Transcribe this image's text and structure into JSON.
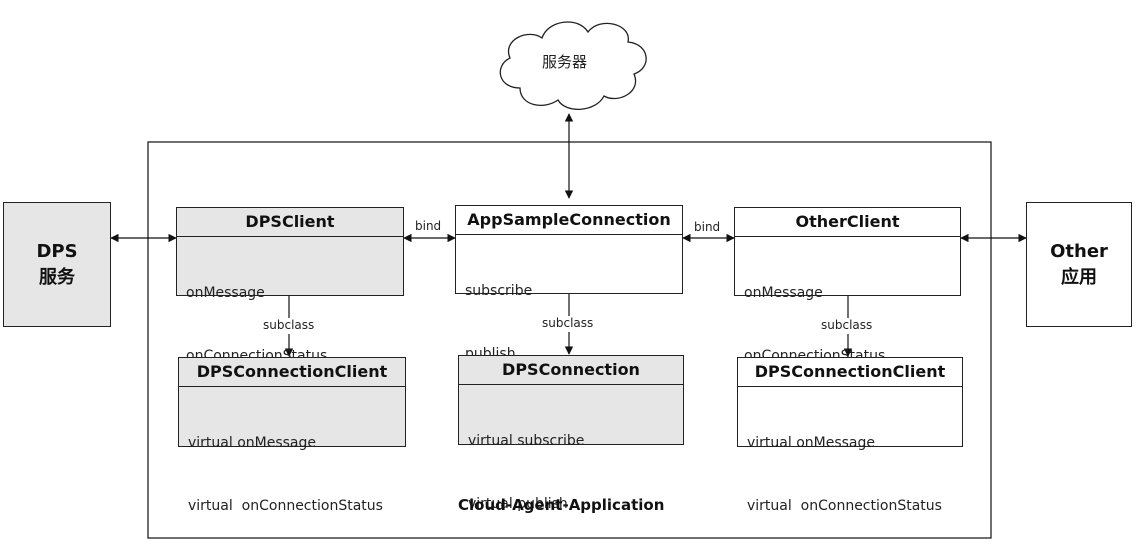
{
  "server": {
    "label": "服务器"
  },
  "container": {
    "label": "Cloud-Agent-Application"
  },
  "dps_service": {
    "line1": "DPS",
    "line2": "服务"
  },
  "other_app": {
    "line1": "Other",
    "line2": "应用"
  },
  "boxes": {
    "dpsclient": {
      "title": "DPSClient",
      "items": [
        "onMessage",
        "onConnectionStatus"
      ]
    },
    "appsample": {
      "title": "AppSampleConnection",
      "items": [
        "subscribe",
        "publish"
      ]
    },
    "otherclient": {
      "title": "OtherClient",
      "items": [
        "onMessage",
        "onConnectionStatus"
      ]
    },
    "dpsconnclient_left": {
      "title": "DPSConnectionClient",
      "items": [
        "virtual onMessage",
        "virtual  onConnectionStatus"
      ]
    },
    "dpsconnection": {
      "title": "DPSConnection",
      "items": [
        "virtual subscribe",
        "virtual publish"
      ]
    },
    "dpsconnclient_right": {
      "title": "DPSConnectionClient",
      "items": [
        "virtual onMessage",
        "virtual  onConnectionStatus"
      ]
    }
  },
  "edge_labels": {
    "bind_left": "bind",
    "bind_right": "bind",
    "subclass_left": "subclass",
    "subclass_mid": "subclass",
    "subclass_right": "subclass"
  }
}
